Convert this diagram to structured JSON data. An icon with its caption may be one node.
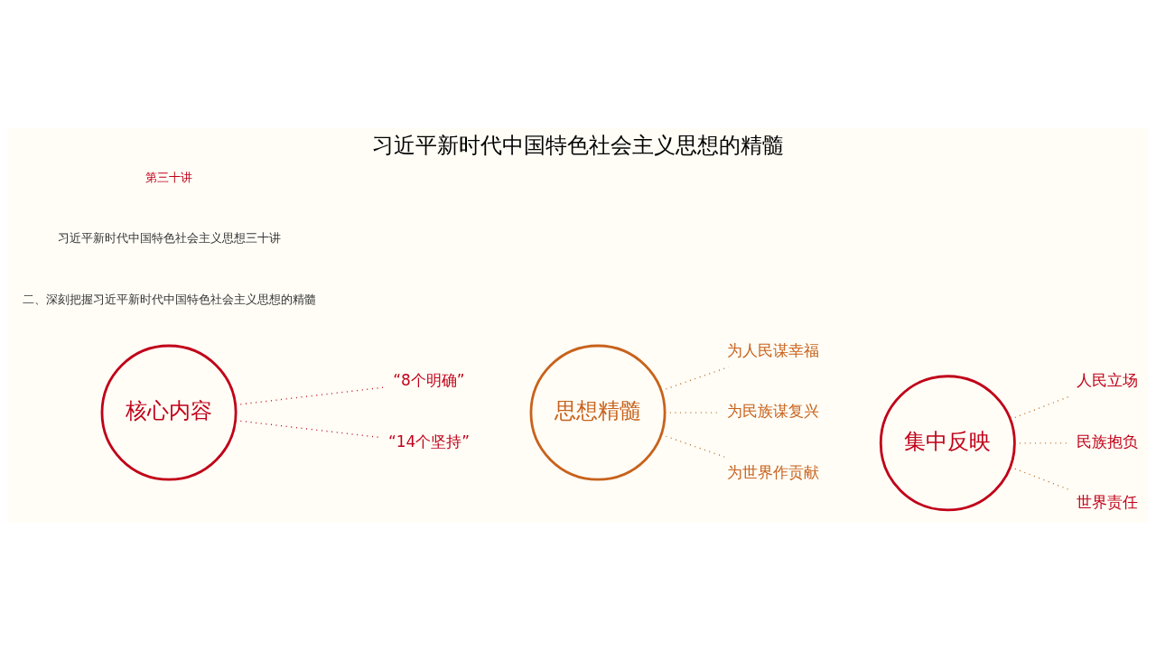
{
  "diagram": {
    "title": "习近平新时代中国特色社会主义思想的精髓",
    "nodes": [
      {
        "text": [
          "核心内容"
        ]
      },
      {
        "text": [
          "“8个明确”"
        ]
      },
      {
        "text": [
          "“14个坚持”"
        ]
      },
      {
        "text": [
          "思想精髓"
        ]
      },
      {
        "text": [
          "为人民谋幸福"
        ]
      },
      {
        "text": [
          "为民族谋复兴"
        ]
      },
      {
        "text": [
          "为世界作贡献"
        ]
      },
      {
        "text": [
          "集中反映"
        ]
      },
      {
        "text": [
          "人民立场"
        ]
      },
      {
        "text": [
          "民族抱负"
        ]
      },
      {
        "text": [
          "世界责任"
        ]
      }
    ],
    "edges": [
      {
        "from": 0,
        "to": 1,
        "arrow": "none",
        "style": "dashed",
        "color": "#c00018"
      },
      {
        "from": 0,
        "to": 2,
        "arrow": "none",
        "style": "dashed",
        "color": "#c00018"
      },
      {
        "from": 3,
        "to": 4,
        "arrow": "none",
        "style": "dashed"
      },
      {
        "from": 3,
        "to": 5,
        "arrow": "none",
        "style": "dashed"
      },
      {
        "from": 3,
        "to": 6,
        "arrow": "none",
        "style": "dashed"
      },
      {
        "from": 7,
        "to": 8,
        "arrow": "none",
        "style": "dashed"
      },
      {
        "from": 7,
        "to": 9,
        "arrow": "none",
        "style": "dashed"
      },
      {
        "from": 7,
        "to": 10,
        "arrow": "none",
        "style": "dashed"
      }
    ],
    "labels": [
      "二、深刻把握习近平新时代中国特色社会主义思想的精髓",
      "习近平新时代中国特色社会主义思想三十讲",
      "第三十讲"
    ]
  }
}
